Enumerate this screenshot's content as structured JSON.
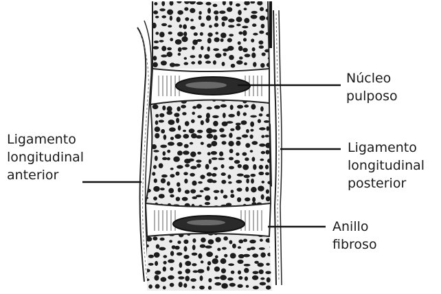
{
  "labels": {
    "nucleo_pulposo": [
      "Núcleo",
      "pulposo"
    ],
    "ligamento_anterior": [
      "Ligamento",
      "longitudinal",
      "anterior"
    ],
    "ligamento_posterior": [
      "Ligamento",
      "longitudinal",
      "posterior"
    ],
    "anillo_fibroso": [
      "Anillo",
      "fibroso"
    ]
  },
  "colors": {
    "ink": "#111111",
    "bone_fill": "#e8e8e8",
    "trabecula": "#1c1c1c",
    "background": "#ffffff"
  }
}
